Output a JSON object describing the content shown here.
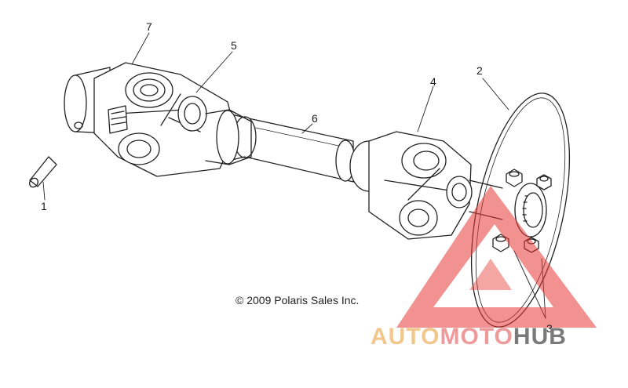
{
  "callouts": [
    {
      "id": "1",
      "label": "1"
    },
    {
      "id": "2",
      "label": "2"
    },
    {
      "id": "3",
      "label": "3"
    },
    {
      "id": "4",
      "label": "4"
    },
    {
      "id": "5",
      "label": "5"
    },
    {
      "id": "6",
      "label": "6"
    },
    {
      "id": "7",
      "label": "7"
    }
  ],
  "copyright": "© 2009 Polaris Sales Inc.",
  "watermark": {
    "part1": "AUTO",
    "part2": "MOTO",
    "part3": "HUB",
    "colors": {
      "auto": "#f2c78c",
      "moto": "#ef9a9a",
      "hub": "#7a7a7a",
      "triangle": "#e53935"
    }
  },
  "icons": {
    "logo": "automotohub-triangle-logo"
  }
}
